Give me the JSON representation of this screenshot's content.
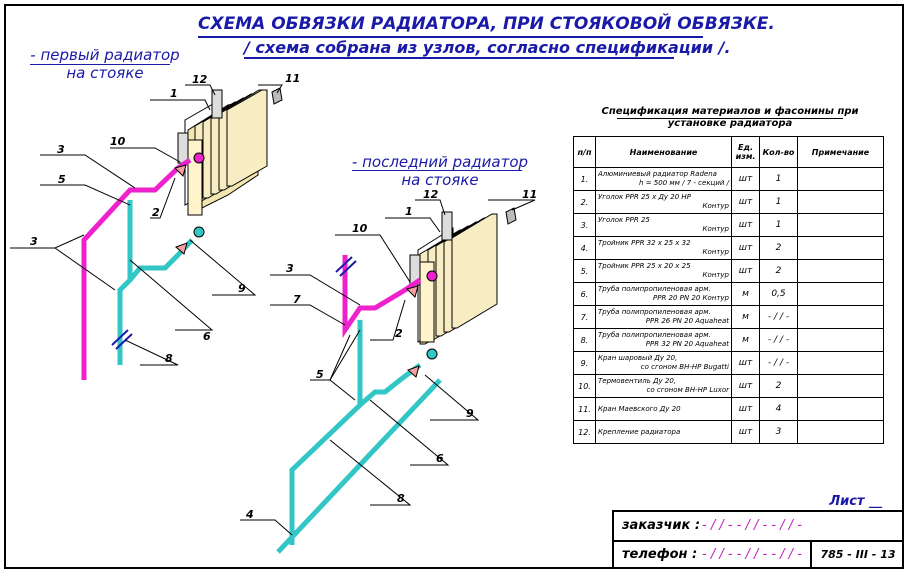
{
  "title": {
    "line1": "СХЕМА ОБВЯЗКИ РАДИАТОРА, ПРИ СТОЯКОВОЙ ОБВЯЗКЕ.",
    "line2": "/ схема собрана из узлов, согласно спецификации /."
  },
  "notes": {
    "first_line1": "- первый радиатор",
    "first_line2": "на стояке",
    "last_line1": "- последний радиатор",
    "last_line2": "на стояке"
  },
  "diagram_labels": {
    "d1": [
      "1",
      "12",
      "11",
      "10",
      "3",
      "5",
      "3",
      "2",
      "9",
      "6",
      "8"
    ],
    "d2": [
      "1",
      "12",
      "11",
      "10",
      "3",
      "7",
      "2",
      "5",
      "9",
      "6",
      "8",
      "4"
    ]
  },
  "colors": {
    "pink": "#ee22cc",
    "cyan": "#33c6c6",
    "title": "#1a1aa8"
  },
  "spec": {
    "title": "Спецификация материалов и фасонины при установке радиатора",
    "headers": [
      "п/п",
      "Наименование",
      "Ед. изм.",
      "Кол-во",
      "Примечание"
    ],
    "rows": [
      {
        "n": "1.",
        "name": "Алюминиевый радиатор Radena",
        "name2": "h = 500 мм /  7 - секций /",
        "unit": "шт",
        "qty": "1"
      },
      {
        "n": "2.",
        "name": "Уголок PPR 25 x Ду 20 НР",
        "name2": "Контур",
        "unit": "шт",
        "qty": "1"
      },
      {
        "n": "3.",
        "name": "Уголок PPR 25",
        "name2": "Контур",
        "unit": "шт",
        "qty": "1"
      },
      {
        "n": "4.",
        "name": "Тройник PPR 32 x 25 x 32",
        "name2": "Контур",
        "unit": "шт",
        "qty": "2"
      },
      {
        "n": "5.",
        "name": "Тройник PPR 25 x 20 x 25",
        "name2": "Контур",
        "unit": "шт",
        "qty": "2"
      },
      {
        "n": "6.",
        "name": "Труба полипропиленовая арм.",
        "name2": "PPR 20 PN 20                Контур",
        "unit": "м",
        "qty": "0,5"
      },
      {
        "n": "7.",
        "name": "Труба полипропиленовая арм.",
        "name2": "PPR 26 PN 20              Aquaheat",
        "unit": "м",
        "qty": "- / / -"
      },
      {
        "n": "8.",
        "name": "Труба полипропиленовая арм.",
        "name2": "PPR 32 PN 20              Aquaheat",
        "unit": "м",
        "qty": "- / / -"
      },
      {
        "n": "9.",
        "name": "Кран шаровый Ду 20,",
        "name2": "со сгоном ВН-НР           Bugatti",
        "unit": "шт",
        "qty": "- / / -"
      },
      {
        "n": "10.",
        "name": "Термовентиль Ду 20,",
        "name2": "со сгоном ВН-НР            Luxor",
        "unit": "шт",
        "qty": "2"
      },
      {
        "n": "11.",
        "name": "Кран Маевского Ду 20",
        "name2": "",
        "unit": "шт",
        "qty": "4"
      },
      {
        "n": "12.",
        "name": "Крепление радиатора",
        "name2": "",
        "unit": "шт",
        "qty": "3"
      }
    ]
  },
  "stamp": {
    "list_label": "Лист __",
    "customer_label": "заказчик :",
    "customer_value": "- / / - - / / - - / / -",
    "phone_label": "телефон :",
    "phone_value": "- / / - - / / - - / / -",
    "code": "785 - III - 13"
  }
}
